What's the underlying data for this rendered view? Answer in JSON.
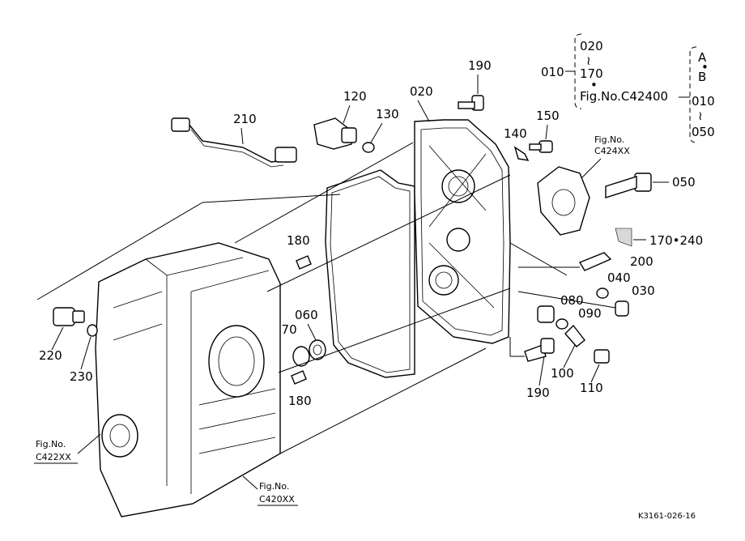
{
  "labels": {
    "p010": "010",
    "p020": "020",
    "p020_top": "020",
    "p030": "030",
    "p040": "040",
    "p050": "050",
    "p060": "060",
    "p070": "070",
    "p080": "080",
    "p090": "090",
    "p100": "100",
    "p110": "110",
    "p120": "120",
    "p130": "130",
    "p140": "140",
    "p150": "150",
    "p170": "170",
    "p170_240": "170•240",
    "p180_a": "180",
    "p180_b": "180",
    "p190_a": "190",
    "p190_b": "190",
    "p200": "200",
    "p210": "210",
    "p220": "220",
    "p230": "230",
    "tilde_a": "≀",
    "tilde_b": "≀",
    "dot_a": "•",
    "dot_b": "•",
    "key_a": "A",
    "key_b": "B",
    "key_010": "010",
    "key_050": "050"
  },
  "figrefs": {
    "c42400": "Fig.No.C42400",
    "c424_l1": "Fig.No.",
    "c424_l2": "C424XX",
    "c422_l1": "Fig.No.",
    "c422_l2": "C422XX",
    "c420_l1": "Fig.No.",
    "c420_l2": "C420XX"
  },
  "drawing_id": "K3161-026-16"
}
